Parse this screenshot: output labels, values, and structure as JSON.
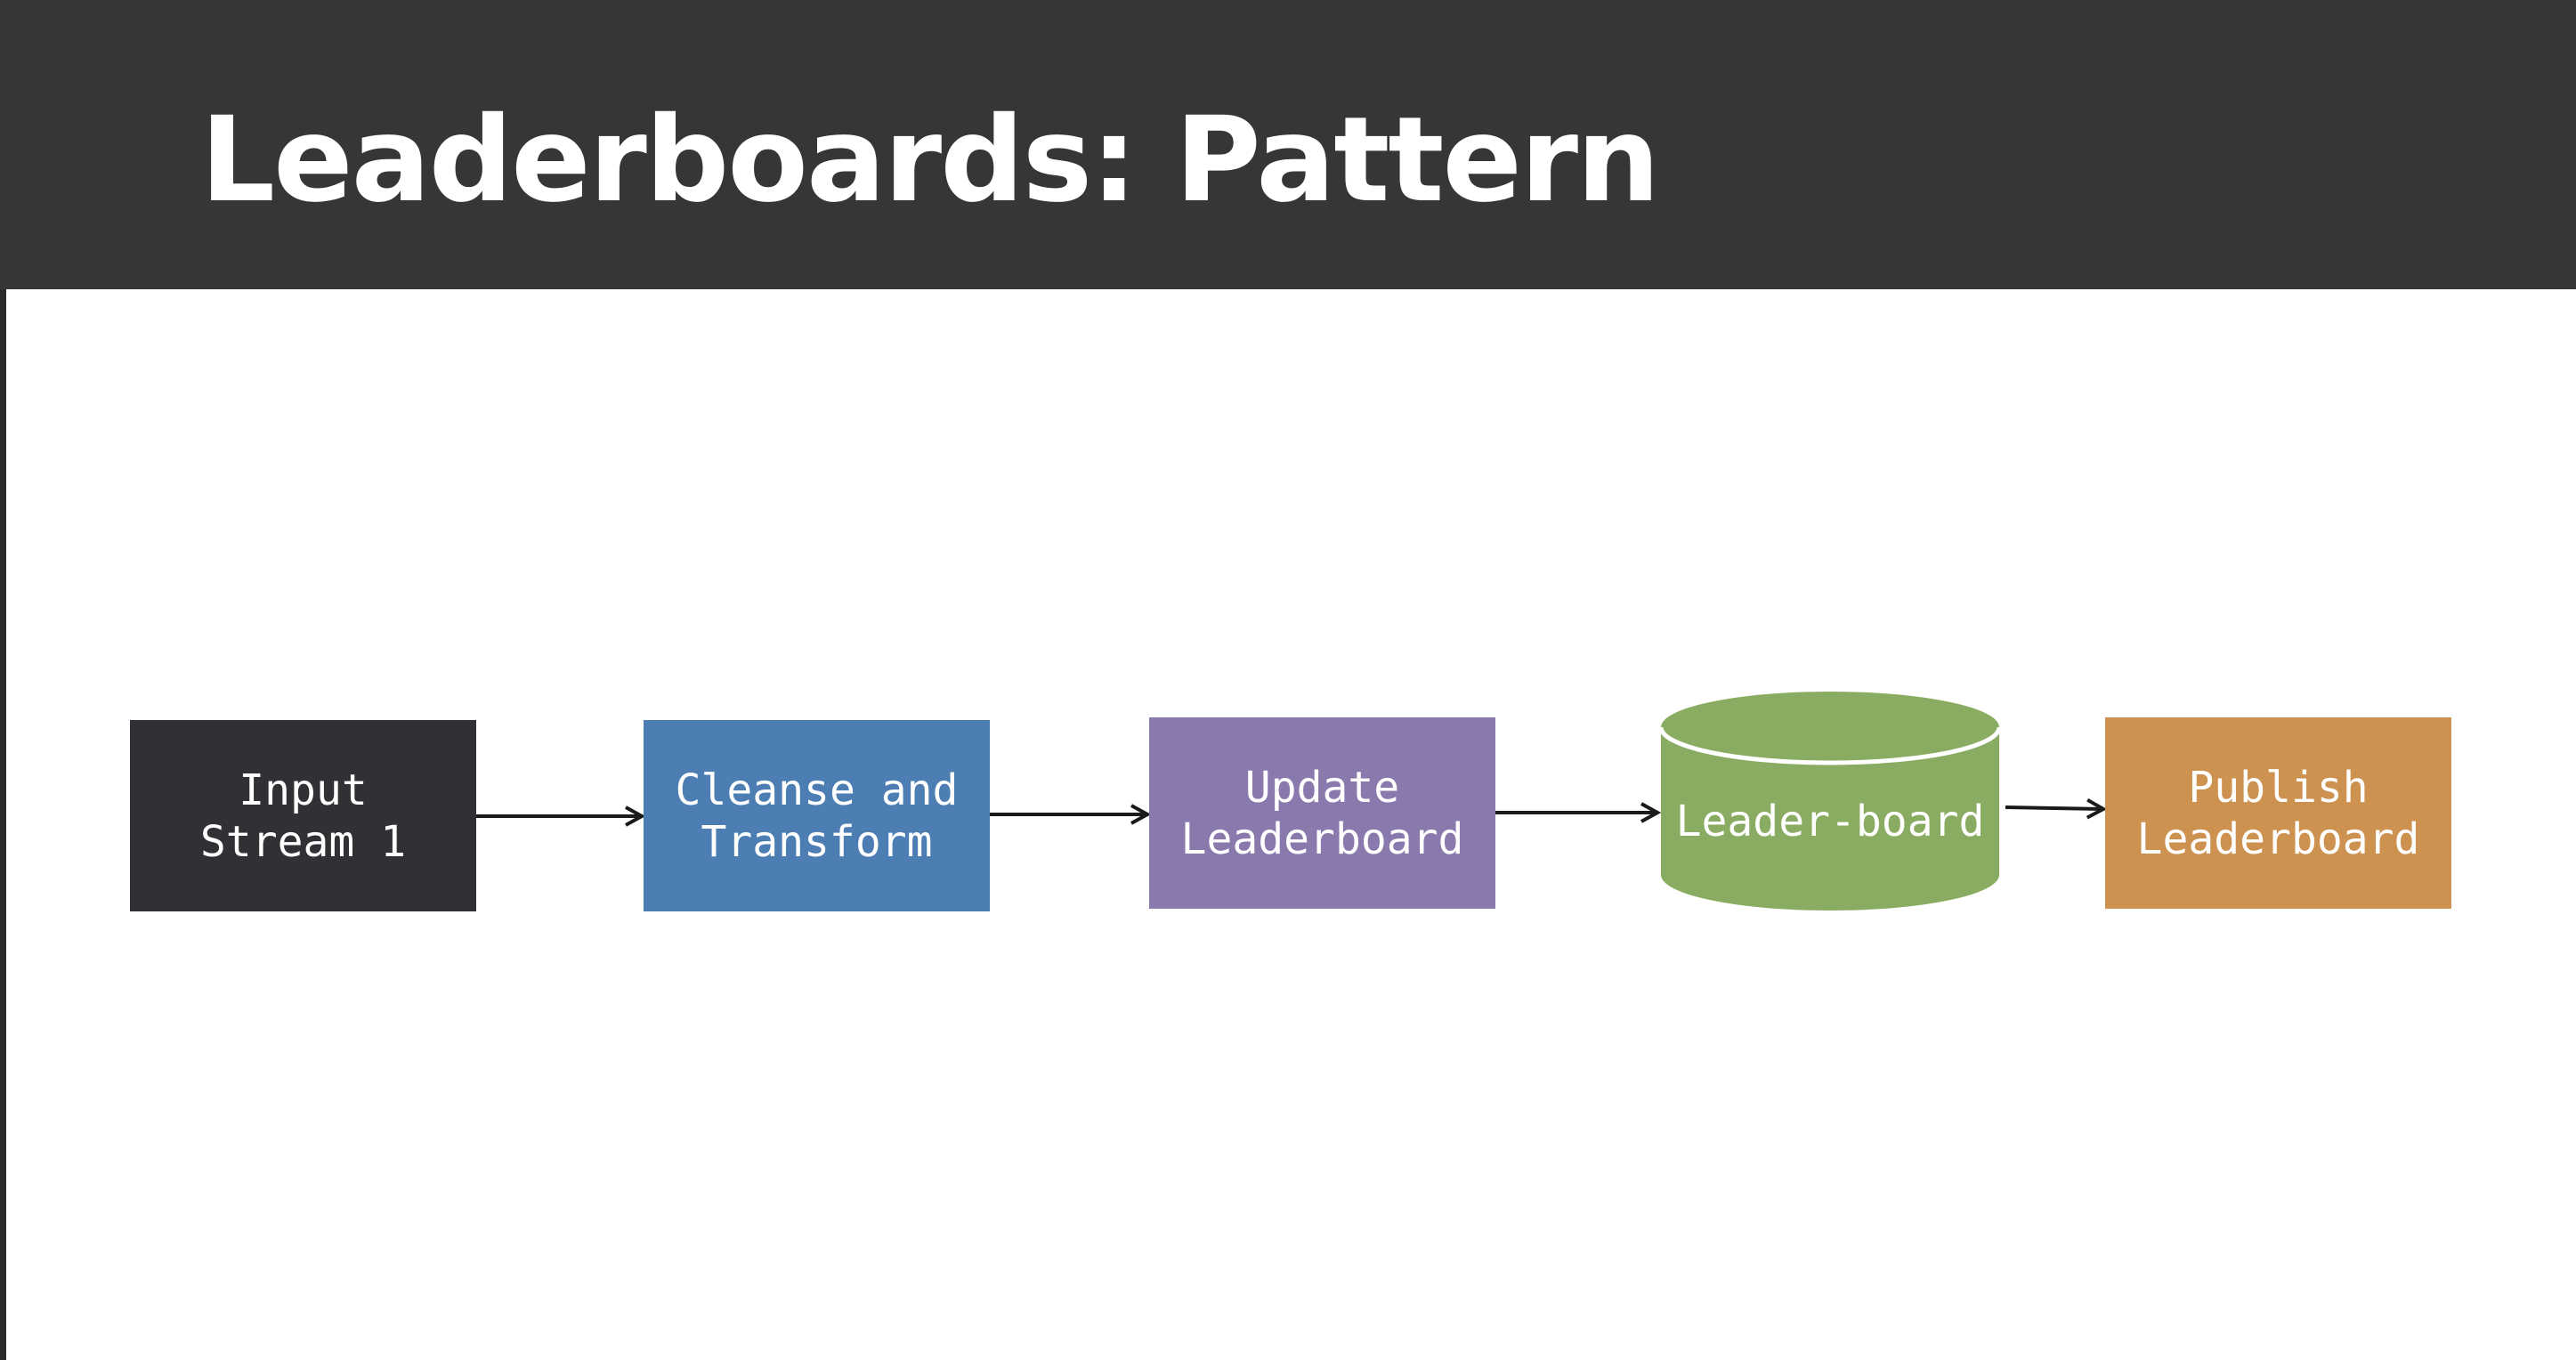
{
  "slide": {
    "title": "Leaderboards: Pattern"
  },
  "diagram": {
    "nodes": [
      {
        "id": "input",
        "label": "Input\nStream 1",
        "color": "#303134",
        "shape": "rectangle"
      },
      {
        "id": "cleanse",
        "label": "Cleanse and\nTransform",
        "color": "#4c7db3",
        "shape": "rectangle"
      },
      {
        "id": "update",
        "label": "Update\nLeaderboard",
        "color": "#8979ad",
        "shape": "rectangle"
      },
      {
        "id": "store",
        "label": "Leader-board",
        "color": "#8aac62",
        "shape": "cylinder"
      },
      {
        "id": "publish",
        "label": "Publish\nLeaderboard",
        "color": "#cd9150",
        "shape": "rectangle"
      }
    ],
    "edges": [
      {
        "from": "input",
        "to": "cleanse"
      },
      {
        "from": "cleanse",
        "to": "update"
      },
      {
        "from": "update",
        "to": "store"
      },
      {
        "from": "store",
        "to": "publish"
      }
    ],
    "colors": {
      "header_background": "#353638",
      "arrow": "#1a1a1a"
    }
  }
}
